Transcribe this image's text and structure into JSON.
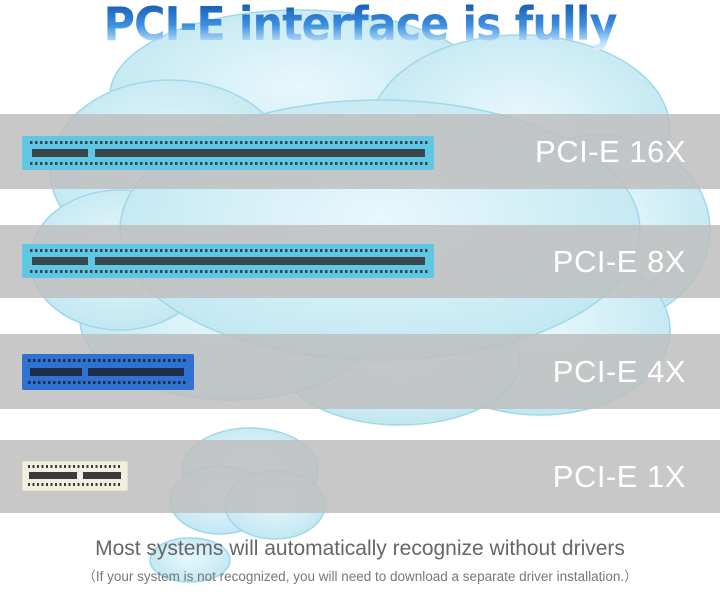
{
  "title": "PCI-E interface is fully compatible",
  "slots": [
    {
      "label": "PCI-E 16X",
      "color": "#5fc6e3"
    },
    {
      "label": "PCI-E 8X",
      "color": "#5fc6e3"
    },
    {
      "label": "PCI-E 4X",
      "color": "#2f72d2"
    },
    {
      "label": "PCI-E 1X",
      "color": "#f2efe1"
    }
  ],
  "footer": {
    "main": "Most systems will automatically recognize without drivers",
    "note": "（If your system is not recognized, you will need to download a separate driver installation.）"
  },
  "colors": {
    "band": "#c6c6c6",
    "cloud": "#cfeef6",
    "title_top": "#0e4fa8",
    "title_bottom": "#bfe0fb"
  }
}
